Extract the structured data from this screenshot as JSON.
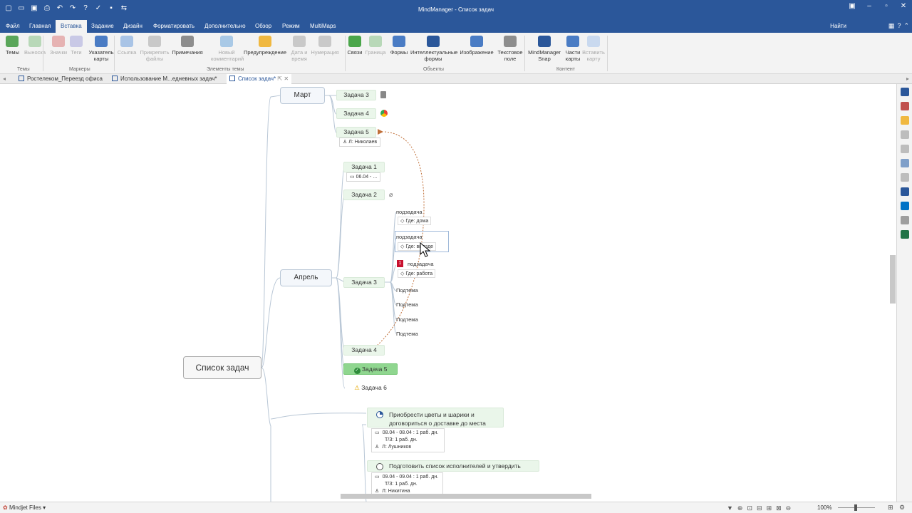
{
  "window": {
    "title": "MindManager - Список задач"
  },
  "quick_access": {
    "icons": [
      "new-icon",
      "open-icon",
      "save-icon",
      "print-icon",
      "undo-icon",
      "redo-icon",
      "help-icon",
      "check-icon",
      "comment-icon",
      "sort-icon"
    ]
  },
  "menu": {
    "tabs": [
      "Файл",
      "Главная",
      "Вставка",
      "Задание",
      "Дизайн",
      "Форматировать",
      "Дополнительно",
      "Обзор",
      "Режим",
      "MultiMaps"
    ],
    "active_tab": "Вставка",
    "find": "Найти"
  },
  "ribbon": {
    "buttons": [
      {
        "label": "Темы",
        "enabled": true,
        "color": "#5aa65a"
      },
      {
        "label": "Выноска",
        "enabled": false,
        "color": "#b8d8b8"
      },
      {
        "label": "Значки",
        "enabled": false,
        "color": "#e6b3b3"
      },
      {
        "label": "Теги",
        "enabled": false,
        "color": "#c9c9e6"
      },
      {
        "label": "Указатель\nкарты",
        "enabled": true,
        "color": "#4a7cc4"
      },
      {
        "label": "Ссылка",
        "enabled": false,
        "color": "#a9c4e6"
      },
      {
        "label": "Прикрепить\nфайлы",
        "enabled": false,
        "color": "#c9c9c9"
      },
      {
        "label": "Примечания",
        "enabled": true,
        "color": "#8d8d8d"
      },
      {
        "label": "Новый\nкомментарий",
        "enabled": false,
        "color": "#a9c9e6"
      },
      {
        "label": "Предупреждение",
        "enabled": true,
        "color": "#f0b840"
      },
      {
        "label": "Дата и\nвремя",
        "enabled": false,
        "color": "#c9c9c9"
      },
      {
        "label": "Нумерация",
        "enabled": false,
        "color": "#c9c9c9"
      },
      {
        "label": "Связи",
        "enabled": true,
        "color": "#4aa64a"
      },
      {
        "label": "Граница",
        "enabled": false,
        "color": "#b8d8b8"
      },
      {
        "label": "Формы",
        "enabled": true,
        "color": "#4a7cc4"
      },
      {
        "label": "Интеллектуальные\nформы",
        "enabled": true,
        "color": "#2b579a"
      },
      {
        "label": "Изображение",
        "enabled": true,
        "color": "#4a7cc4"
      },
      {
        "label": "Текстовое\nполе",
        "enabled": true,
        "color": "#8d8d8d"
      },
      {
        "label": "MindManager\nSnap",
        "enabled": true,
        "color": "#2b579a"
      },
      {
        "label": "Части\nкарты",
        "enabled": true,
        "color": "#4a7cc4"
      },
      {
        "label": "Вставить\nкарту",
        "enabled": false,
        "color": "#c9d9ef"
      }
    ],
    "groups": [
      "Темы",
      "Маркеры",
      "Элементы темы",
      "Объекты",
      "Контент"
    ]
  },
  "documents": {
    "tabs": [
      "Ростелеком_Переезд офиса",
      "Использование М...едневных задач*",
      "Список задач*"
    ],
    "active": "Список задач*"
  },
  "map": {
    "central": "Список задач",
    "march": {
      "label": "Март",
      "tasks": [
        {
          "label": "Задача 3"
        },
        {
          "label": "Задача 4"
        },
        {
          "label": "Задача 5",
          "resource": "Л: Николаев"
        }
      ]
    },
    "april": {
      "label": "Апрель",
      "tasks": [
        {
          "label": "Задача 1",
          "date": "06.04 - ..."
        },
        {
          "label": "Задача 2"
        },
        {
          "label": "Задача 3"
        },
        {
          "label": "Задача 4"
        },
        {
          "label": "Задача 5",
          "status": "done"
        },
        {
          "label": "Задача 6",
          "status": "warning"
        }
      ],
      "subtasks": [
        {
          "label": "подзадача",
          "tag": "Где: дома"
        },
        {
          "label": "подзадача",
          "tag": "Где: выезде"
        },
        {
          "label": "подзадача",
          "tag": "Где: работа",
          "priority": "1"
        }
      ],
      "subtopics": [
        "Подтема",
        "Подтема",
        "Подтема",
        "Подтема"
      ]
    },
    "tasks_big": [
      {
        "label": "Приобрести цветы и шарики и\nдоговориться о  доставке до места",
        "info": [
          "08.04 - 08.04 : 1 раб. дн.",
          "Т/З: 1 раб. дн.",
          "Л: Лушников"
        ]
      },
      {
        "label": "Подготовить список исполнителей и утвердить",
        "info": [
          "09.04 - 09.04 : 1 раб. дн.",
          "Т/З: 1 раб. дн.",
          "Л: Никитина"
        ]
      }
    ]
  },
  "statusbar": {
    "left": "Mindjet Files",
    "zoom": "100%"
  }
}
